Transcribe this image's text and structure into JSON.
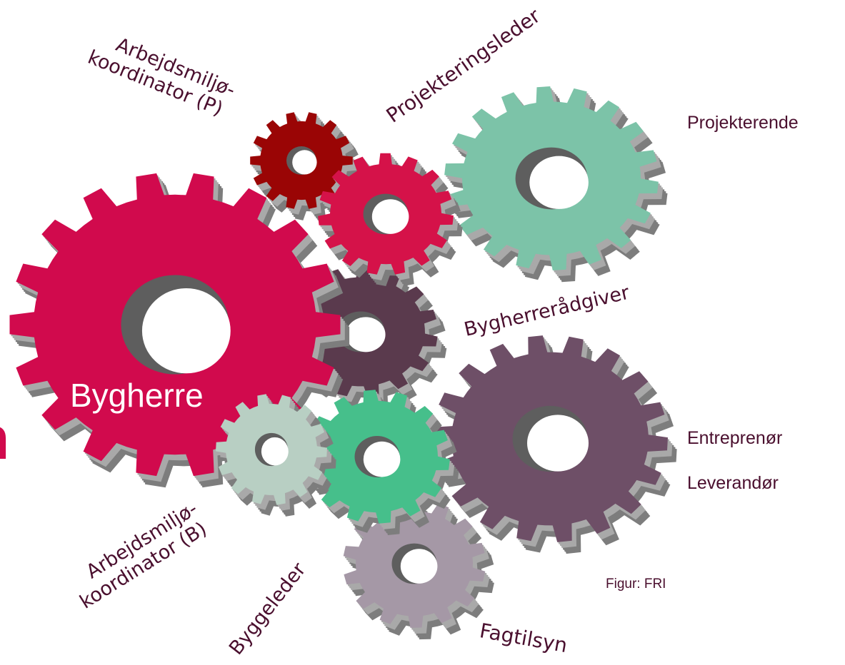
{
  "labels": {
    "bygherre": "Bygherre",
    "arbejdsmiljo_p_line1": "Arbejdsmiljø-",
    "arbejdsmiljo_p_line2": "koordinator (P)",
    "projekteringsleder": "Projekteringsleder",
    "projekterende": "Projekterende",
    "bygherreraadgiver": "Bygherrerådgiver",
    "entreprenor": "Entreprenør",
    "leverandor": "Leverandør",
    "arbejdsmiljo_b_line1": "Arbejdsmiljø-",
    "arbejdsmiljo_b_line2": "koordinator (B)",
    "byggeleder": "Byggeleder",
    "fagtilsyn": "Fagtilsyn",
    "edge_fragment": "n",
    "credit": "Figur: FRI"
  },
  "colors": {
    "bygherre": "#d10a4d",
    "projekteringsleder": "#d51249",
    "arbejdsmiljo_p": "#9a0505",
    "projekterende": "#7cc3a8",
    "bygherreraadgiver": "#5a3a4d",
    "arbejdsmiljo_b": "#b8cfc3",
    "byggeleder": "#46bf8b",
    "entreprenor": "#6e4f67",
    "fagtilsyn": "#a598a6",
    "label_text": "#4a0f2e"
  }
}
